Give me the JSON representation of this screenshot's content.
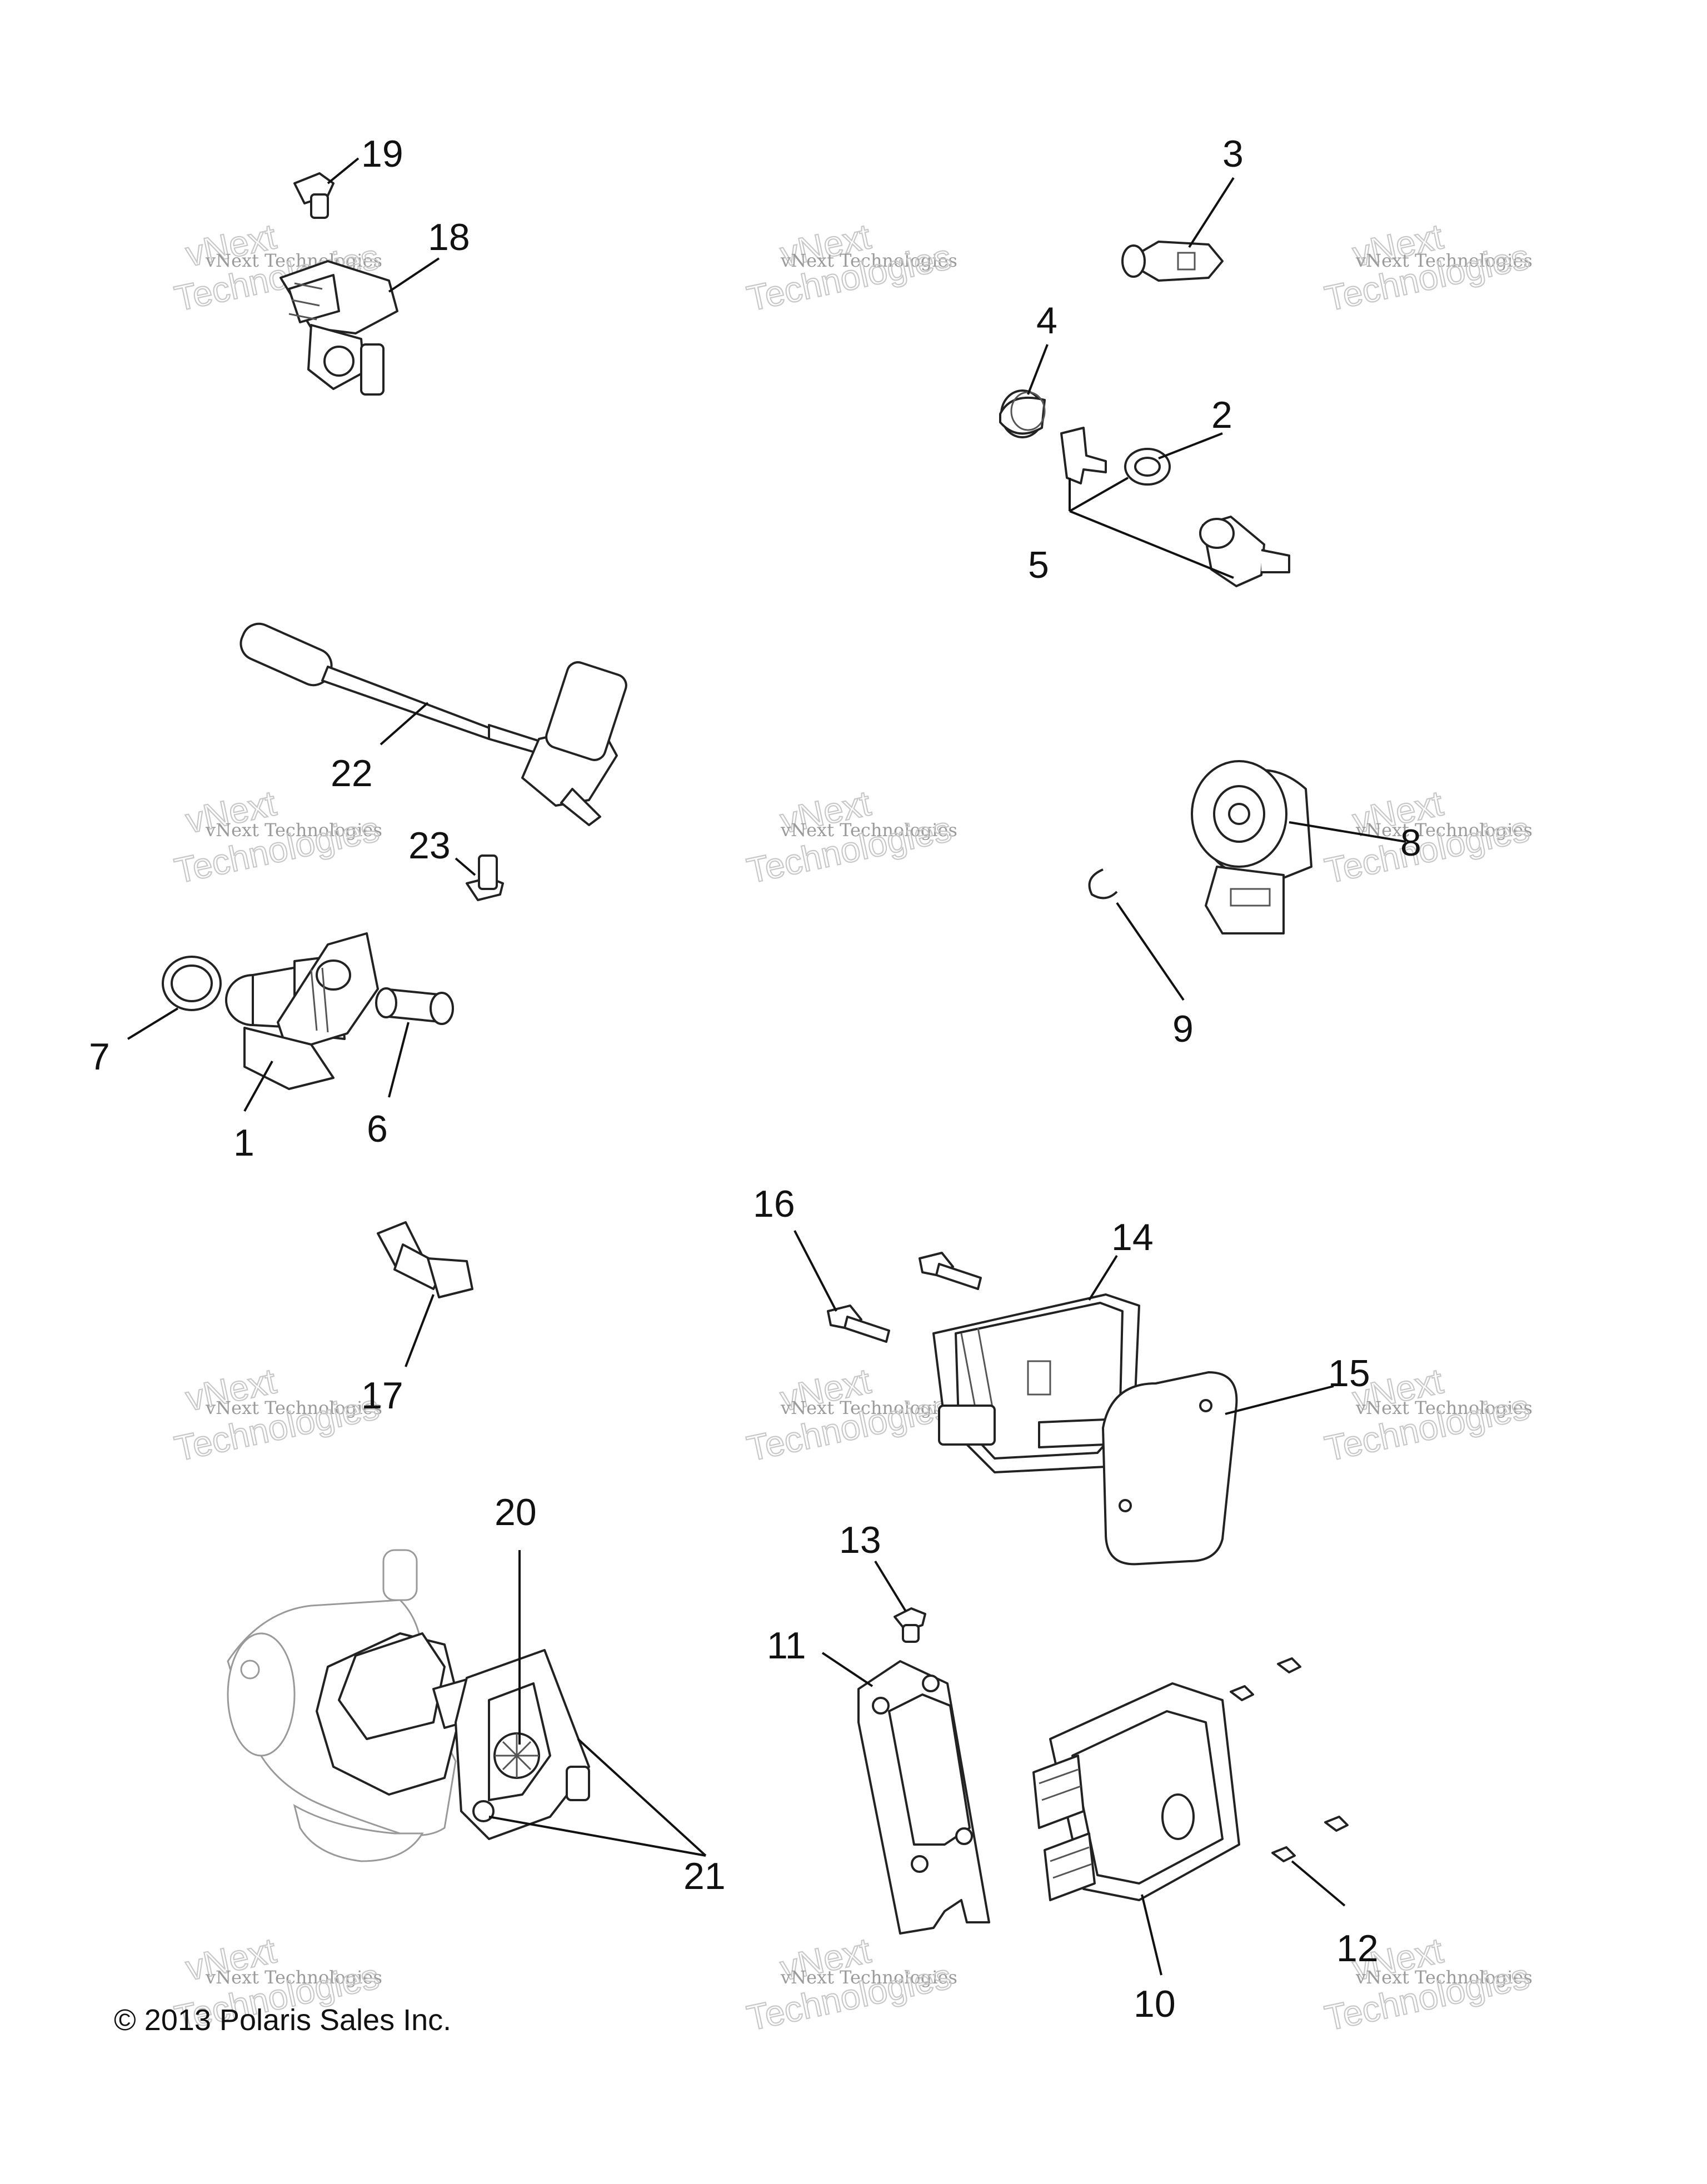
{
  "copyright": "© 2013 Polaris Sales Inc.",
  "watermark": {
    "line1": "vNext",
    "line2": "vNext Technologies",
    "line3": "Technologies"
  },
  "callouts": {
    "c1": "1",
    "c2": "2",
    "c3": "3",
    "c4": "4",
    "c5": "5",
    "c6": "6",
    "c7": "7",
    "c8": "8",
    "c9": "9",
    "c10": "10",
    "c11": "11",
    "c12": "12",
    "c13": "13",
    "c14": "14",
    "c15": "15",
    "c16": "16",
    "c17": "17",
    "c18": "18",
    "c19": "19",
    "c20": "20",
    "c21": "21",
    "c22": "22",
    "c23": "23"
  }
}
